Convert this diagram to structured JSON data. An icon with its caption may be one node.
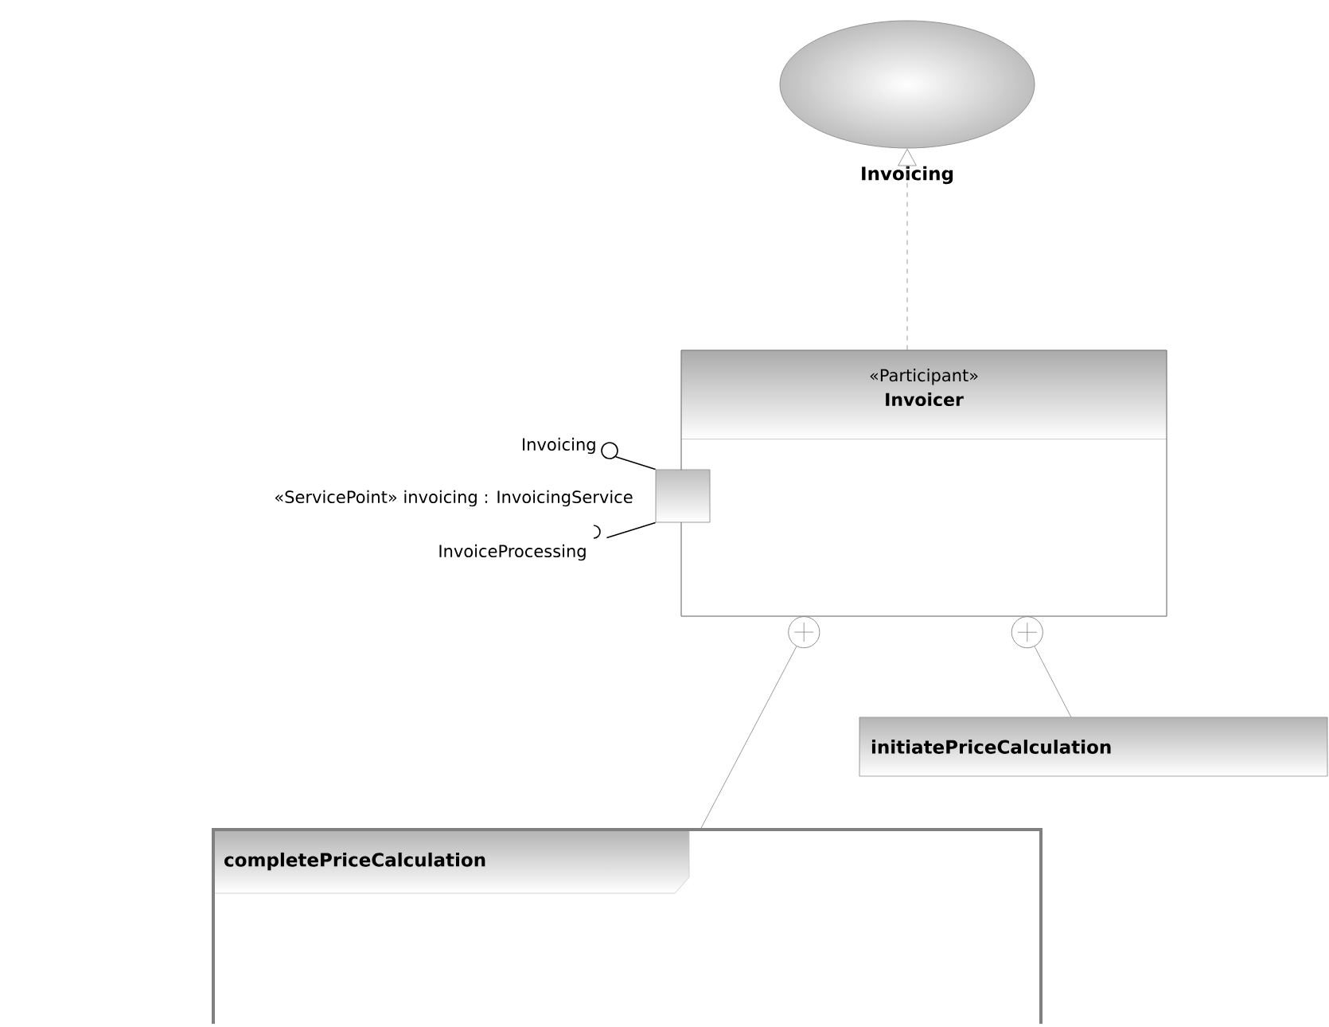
{
  "diagram": {
    "nodes": [
      {
        "text": [
          "Invoicing"
        ]
      },
      {
        "text": [
          "«Participant»",
          "Invoicer"
        ]
      },
      {
        "text": [
          "«ServicePoint» invoicing : InvoicingService"
        ]
      },
      {
        "text": [
          "Invoicing"
        ]
      },
      {
        "text": [
          "InvoiceProcessing"
        ]
      },
      {
        "text": [
          "completePriceCalculation"
        ]
      },
      {
        "text": [
          "initiatePriceCalculation"
        ]
      }
    ],
    "edges": [
      {
        "from": 1,
        "to": 0,
        "arrow": "to",
        "style": "dashed"
      },
      {
        "from": 2,
        "to": 3,
        "arrow": "none",
        "color": "#000000"
      },
      {
        "from": 2,
        "to": 4,
        "arrow": "none",
        "color": "#000000"
      },
      {
        "from": 1,
        "to": 5,
        "arrow": "other"
      },
      {
        "from": 1,
        "to": 6,
        "arrow": "other"
      }
    ]
  }
}
